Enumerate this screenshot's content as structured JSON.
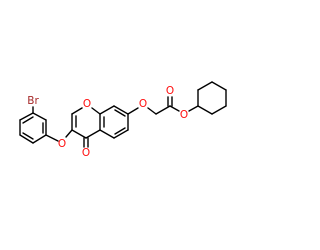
{
  "colors": {
    "bond": "#000000",
    "oxygen": "#ff0d0d",
    "bromine": "#a62929",
    "background": "#ffffff"
  },
  "atoms": {
    "br": {
      "label": "Br",
      "color": "#a62929"
    },
    "o_phenoxy": {
      "label": "O",
      "color": "#ff0d0d"
    },
    "o_ketone": {
      "label": "O",
      "color": "#ff0d0d"
    },
    "o_ring": {
      "label": "O",
      "color": "#ff0d0d"
    },
    "o_ether": {
      "label": "O",
      "color": "#ff0d0d"
    },
    "o_carbonyl": {
      "label": "O",
      "color": "#ff0d0d"
    },
    "o_ester": {
      "label": "O",
      "color": "#ff0d0d"
    }
  }
}
